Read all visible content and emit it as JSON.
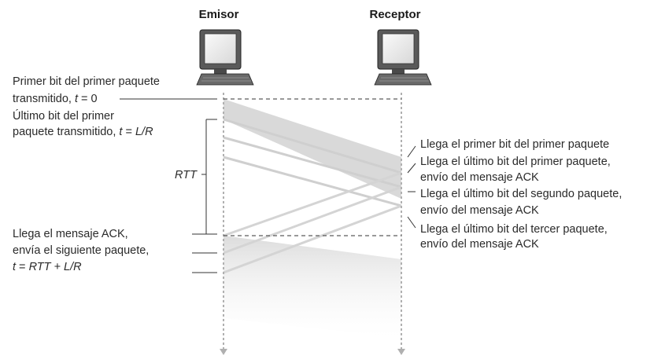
{
  "sender": {
    "label": "Emisor",
    "icon": "computer-icon"
  },
  "receiver": {
    "label": "Receptor",
    "icon": "computer-icon"
  },
  "left_labels": {
    "first_bit": {
      "line1": "Primer bit del primer paquete",
      "line2_text": "transmitido, ",
      "line2_var": "t",
      "line2_rest": " = 0"
    },
    "last_bit": {
      "line1": "Último bit del primer",
      "line2_text": "paquete transmitido, ",
      "line2_var": "t",
      "line2_eq": " = ",
      "line2_expr": "L/R"
    },
    "rtt": "RTT",
    "ack_arrives": {
      "line1": "Llega el mensaje ACK,",
      "line2": "envía el siguiente paquete,",
      "line3_var": "t",
      "line3_eq": " = ",
      "line3_expr": "RTT + L/R"
    }
  },
  "right_labels": [
    {
      "lines": [
        "Llega el primer bit del primer paquete"
      ]
    },
    {
      "lines": [
        "Llega el último bit del primer paquete,",
        "envío del mensaje ACK"
      ]
    },
    {
      "lines": [
        "Llega el último bit del segundo paquete,",
        "envío del mensaje ACK"
      ]
    },
    {
      "lines": [
        "Llega el último bit del tercer paquete,",
        "envío del mensaje ACK"
      ]
    }
  ],
  "colors": {
    "band": "#dcdcdc",
    "line": "#cfcfcf",
    "ink": "#333333",
    "timeline": "#b0b0b0"
  }
}
